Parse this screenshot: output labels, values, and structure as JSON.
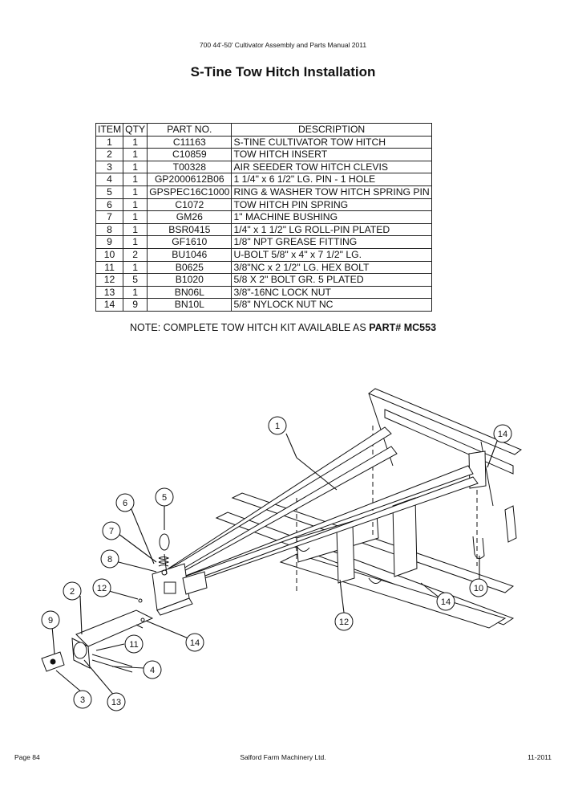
{
  "header": {
    "running_head": "700 44'-50' Cultivator Assembly and Parts Manual 2011"
  },
  "title": "S-Tine Tow Hitch Installation",
  "parts_table": {
    "columns": [
      "ITEM",
      "QTY",
      "PART NO.",
      "DESCRIPTION"
    ],
    "rows": [
      [
        "1",
        "1",
        "C11163",
        "S-TINE CULTIVATOR TOW HITCH"
      ],
      [
        "2",
        "1",
        "C10859",
        "TOW HITCH INSERT"
      ],
      [
        "3",
        "1",
        "T00328",
        "AIR SEEDER TOW HITCH CLEVIS"
      ],
      [
        "4",
        "1",
        "GP2000612B06",
        "1 1/4\" x 6 1/2\" LG. PIN - 1 HOLE"
      ],
      [
        "5",
        "1",
        "GPSPEC16C1000",
        "RING & WASHER TOW HITCH SPRING PIN"
      ],
      [
        "6",
        "1",
        "C1072",
        "TOW HITCH PIN SPRING"
      ],
      [
        "7",
        "1",
        "GM26",
        "1\" MACHINE BUSHING"
      ],
      [
        "8",
        "1",
        "BSR0415",
        "1/4\" x 1 1/2\" LG ROLL-PIN PLATED"
      ],
      [
        "9",
        "1",
        "GF1610",
        "1/8\" NPT GREASE FITTING"
      ],
      [
        "10",
        "2",
        "BU1046",
        "U-BOLT 5/8\" x 4\" x 7 1/2\" LG."
      ],
      [
        "11",
        "1",
        "B0625",
        "3/8\"NC x 2 1/2\" LG. HEX BOLT"
      ],
      [
        "12",
        "5",
        "B1020",
        "5/8 X 2\" BOLT GR. 5 PLATED"
      ],
      [
        "13",
        "1",
        "BN06L",
        "3/8\"-16NC LOCK NUT"
      ],
      [
        "14",
        "9",
        "BN10L",
        "5/8\" NYLOCK NUT NC"
      ]
    ]
  },
  "note": {
    "text": "NOTE: COMPLETE TOW HITCH KIT AVAILABLE AS ",
    "part": "PART# MC553"
  },
  "callouts": [
    "1",
    "14",
    "6",
    "5",
    "7",
    "8",
    "12",
    "2",
    "14",
    "9",
    "11",
    "4",
    "3",
    "13",
    "14",
    "12",
    "10"
  ],
  "footer": {
    "page": "Page 84",
    "company": "Salford Farm Machinery Ltd.",
    "date": "11-2011"
  }
}
